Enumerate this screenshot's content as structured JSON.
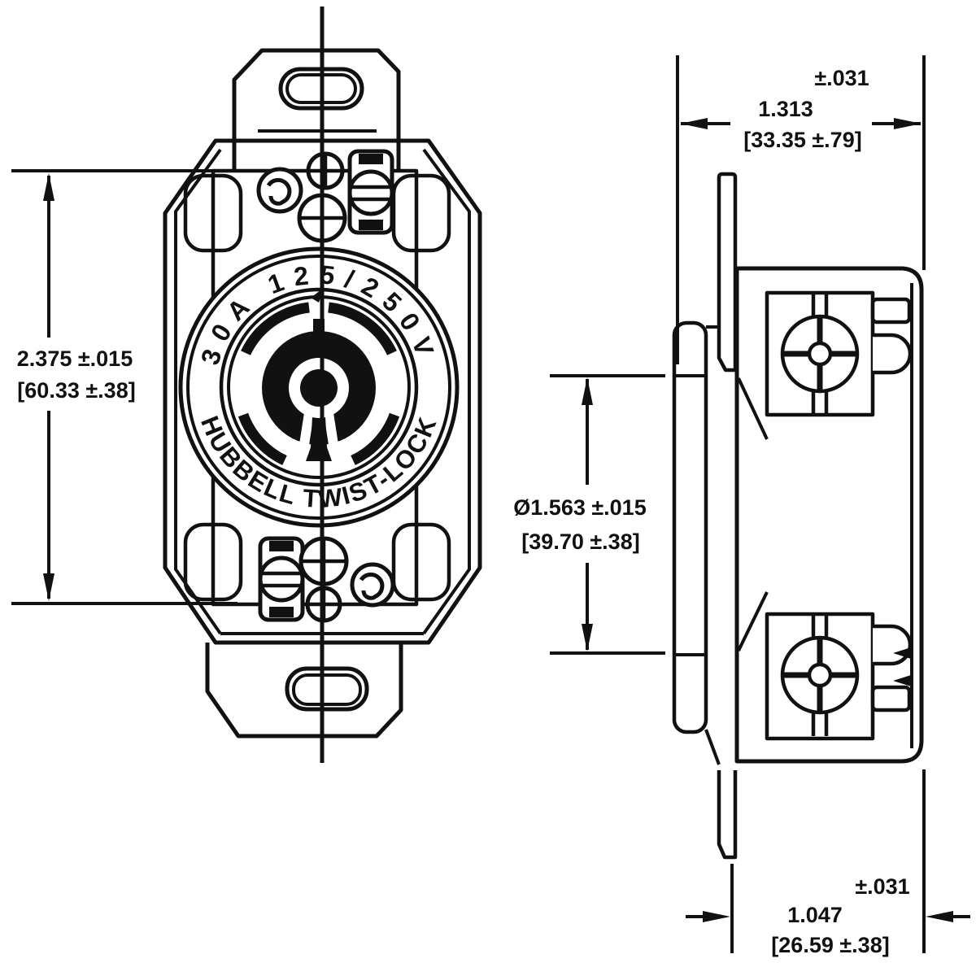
{
  "face_marking": {
    "rating_arc": "30A 125/250V",
    "brand_arc": "HUBBELL TWIST-LOCK"
  },
  "dimensions": {
    "flange_height": {
      "inch": "2.375 ±.015",
      "mm": "[60.33 ±.38]"
    },
    "overall_depth": {
      "tol": "±.031",
      "inch": "1.313",
      "mm": "[33.35 ±.79]"
    },
    "face_diameter": {
      "inch": "Ø1.563 ±.015",
      "mm": "[39.70 ±.38]"
    },
    "behind_strap_depth": {
      "tol": "±.031",
      "inch": "1.047",
      "mm": "[26.59 ±.38]"
    }
  },
  "colors": {
    "line": "#111111",
    "background": "#ffffff"
  }
}
